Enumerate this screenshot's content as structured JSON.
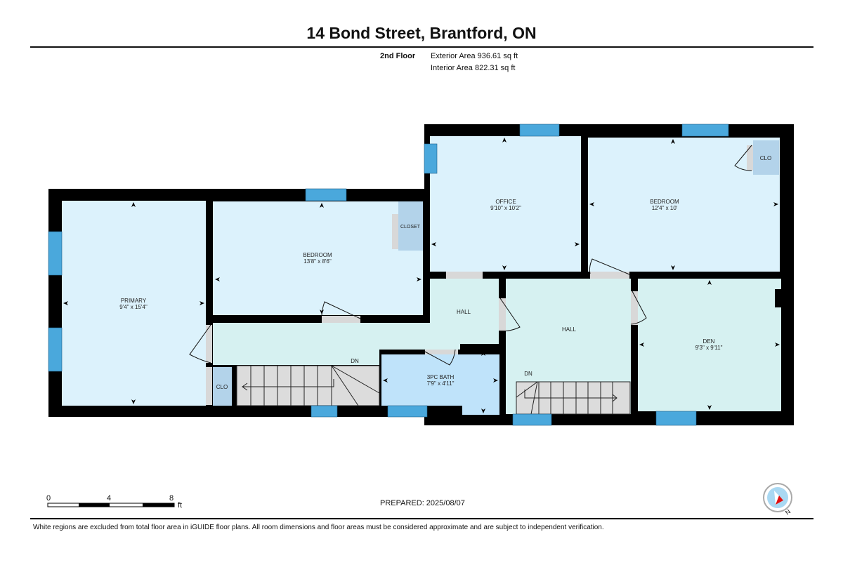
{
  "header": {
    "title": "14 Bond Street, Brantford, ON",
    "floor_label": "2nd Floor",
    "exterior_area": "Exterior Area 936.61 sq ft",
    "interior_area": "Interior Area 822.31 sq ft"
  },
  "rooms": {
    "primary": {
      "name": "PRIMARY",
      "dims": "9'4\" x 15'4\""
    },
    "bedroom_1": {
      "name": "BEDROOM",
      "dims": "13'8\" x 8'6\""
    },
    "closet": {
      "name": "CLOSET"
    },
    "office": {
      "name": "OFFICE",
      "dims": "9'10\" x 10'2\""
    },
    "bedroom_2": {
      "name": "BEDROOM",
      "dims": "12'4\" x 10'"
    },
    "clo_bedroom": {
      "name": "CLO"
    },
    "clo_hall": {
      "name": "CLO"
    },
    "hall_1": {
      "name": "HALL"
    },
    "hall_2": {
      "name": "HALL"
    },
    "bath": {
      "name": "3PC BATH",
      "dims": "7'9\" x 4'11\""
    },
    "den": {
      "name": "DEN",
      "dims": "9'3\" x 9'11\""
    },
    "stairs_1": {
      "label": "DN"
    },
    "stairs_2": {
      "label": "DN"
    }
  },
  "scale_bar": {
    "ticks": [
      "0",
      "4",
      "8"
    ],
    "unit": "ft"
  },
  "compass": {
    "label": "N",
    "icon": "compass-icon"
  },
  "footer": {
    "prepared": "PREPARED: 2025/08/07",
    "disclaimer": "White regions are excluded from total floor area in iGUIDE floor plans. All room dimensions and floor areas must be considered approximate and are subject to independent verification."
  },
  "colors": {
    "room": "#dcf2fc",
    "hall": "#d6f1f1",
    "bath": "#bfe3fa",
    "closet": "#b3d3ea",
    "wall": "#000000",
    "window": "#4aa8dc",
    "door": "#d8d8d8"
  }
}
